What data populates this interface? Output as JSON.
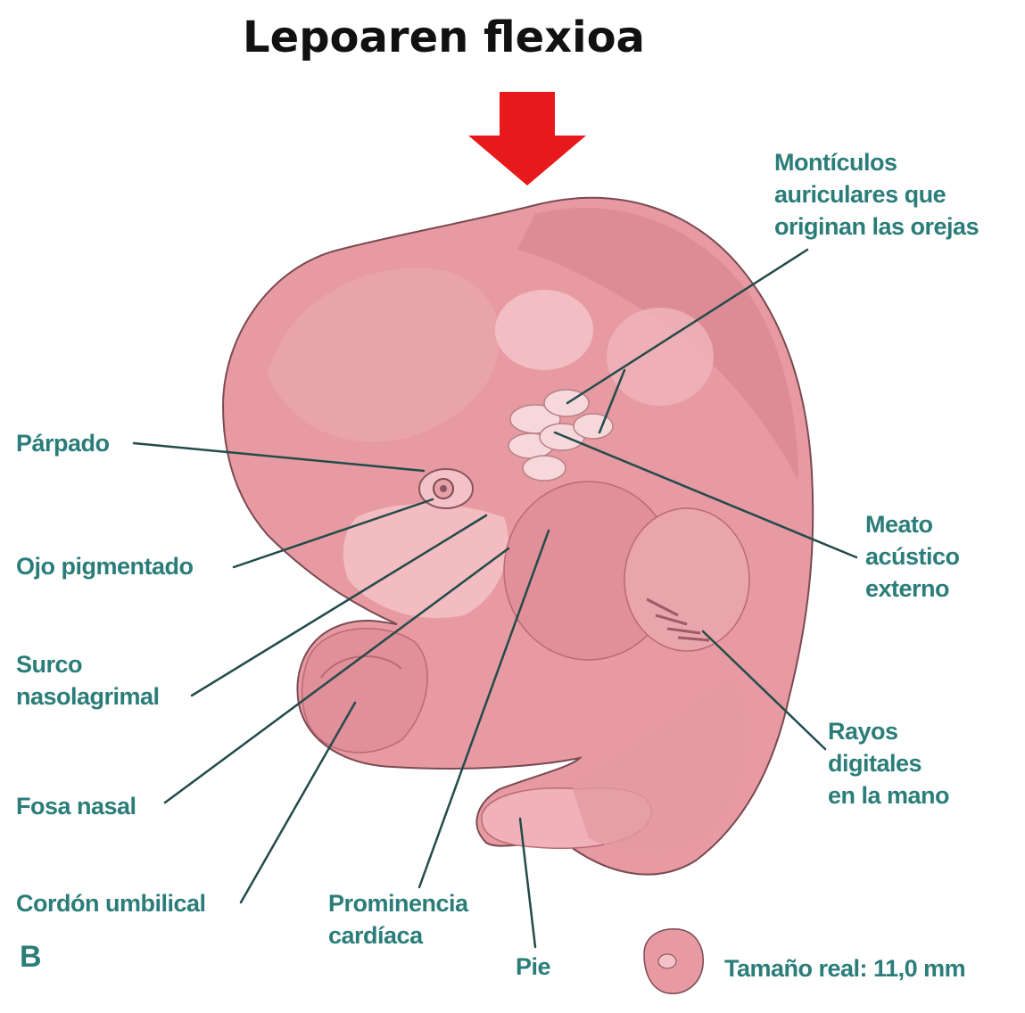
{
  "title": "Lepoaren flexioa",
  "colors": {
    "arrow": "#e8191b",
    "label": "#2a7d79",
    "embryo_body": "#e79aa2",
    "embryo_shadow": "#c8727d",
    "embryo_light": "#f3c2c6",
    "leader_line": "#234b4b"
  },
  "labels": {
    "parpado": "Párpado",
    "ojo": "Ojo pigmentado",
    "surco": "Surco\nnasolagrimal",
    "fosa": "Fosa nasal",
    "cordon": "Cordón umbilical",
    "prominencia": "Prominencia\ncardíaca",
    "pie": "Pie",
    "monticulos": "Montículos\nauriculares que\noriginan las orejas",
    "meato": "Meato\nacústico\nexterno",
    "rayos": "Rayos\ndigitales\nen la mano",
    "tamano": "Tamaño real: 11,0 mm"
  },
  "panel_letter": "B"
}
